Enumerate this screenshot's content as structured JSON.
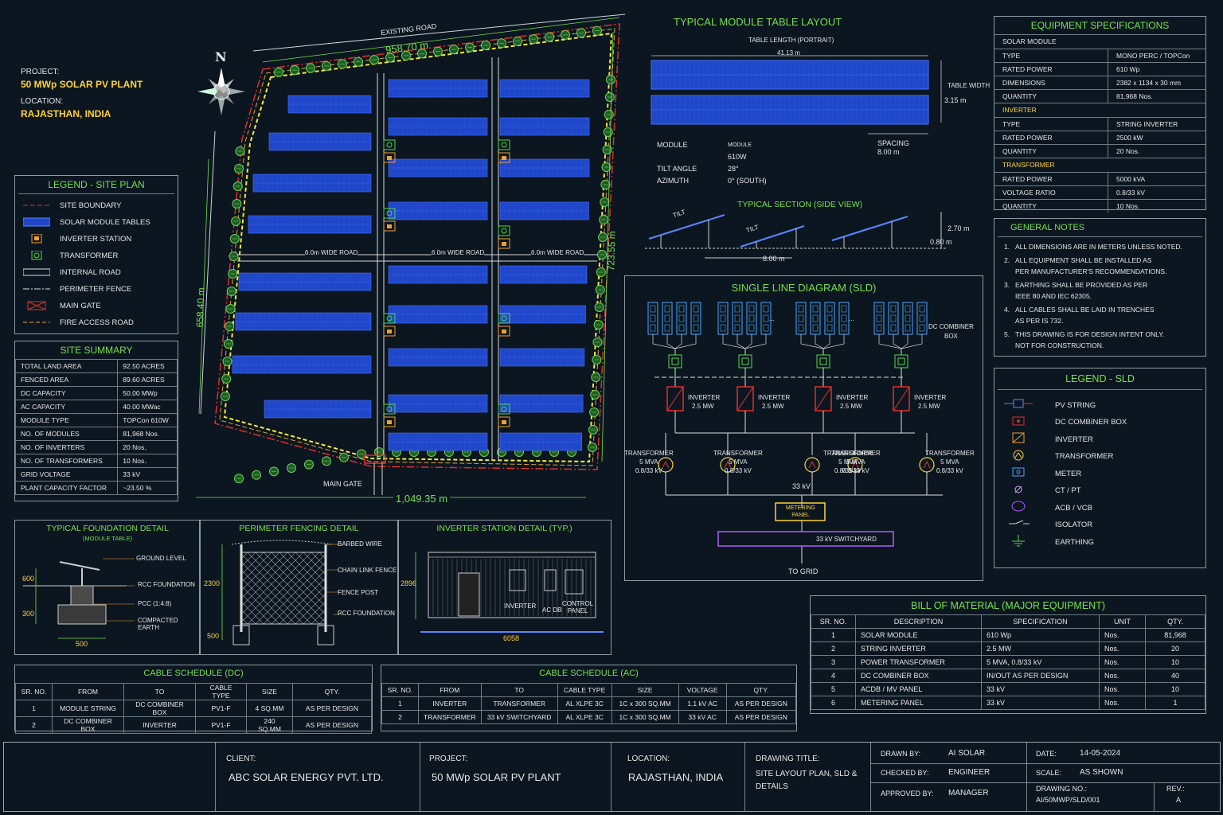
{
  "project": {
    "label": "PROJECT:",
    "value": "50 MWp SOLAR PV PLANT",
    "loc_label": "LOCATION:",
    "loc_value": "RAJASTHAN, INDIA"
  },
  "site": {
    "north": "N",
    "road": "EXISTING ROAD",
    "dim_top": "958.70 m",
    "dim_left": "658.40 m",
    "dim_right": "723.55 m",
    "dim_bottom": "1,049.35 m",
    "wide_road": "6.0m WIDE ROAD",
    "main_gate": "MAIN GATE"
  },
  "legend_site": {
    "title": "LEGEND - SITE PLAN",
    "items": [
      "SITE BOUNDARY",
      "SOLAR MODULE TABLES",
      "INVERTER STATION",
      "TRANSFORMER",
      "INTERNAL ROAD",
      "PERIMETER FENCE",
      "MAIN GATE",
      "FIRE ACCESS ROAD"
    ]
  },
  "site_summary": {
    "title": "SITE SUMMARY",
    "rows": [
      [
        "TOTAL LAND AREA",
        "92.50 ACRES"
      ],
      [
        "FENCED AREA",
        "89.60 ACRES"
      ],
      [
        "DC CAPACITY",
        "50.00 MWp"
      ],
      [
        "AC CAPACITY",
        "40.00 MWac"
      ],
      [
        "MODULE TYPE",
        "TOPCon 610W"
      ],
      [
        "NO. OF MODULES",
        "81,968 Nos."
      ],
      [
        "NO. OF INVERTERS",
        "20 Nos."
      ],
      [
        "NO. OF TRANSFORMERS",
        "10 Nos."
      ],
      [
        "GRID VOLTAGE",
        "33 kV"
      ],
      [
        "PLANT CAPACITY FACTOR",
        "~23.50 %"
      ]
    ]
  },
  "module_table": {
    "title": "TYPICAL MODULE TABLE LAYOUT",
    "length_label": "TABLE LENGTH (PORTRAIT)",
    "length": "41.13 m",
    "width_label": "TABLE WIDTH",
    "width": "3.15 m",
    "spacing_label": "SPACING",
    "spacing": "8.00 m",
    "params": [
      [
        "MODULE",
        "MODULE"
      ],
      [
        "",
        "610W"
      ],
      [
        "TILT ANGLE",
        "28°"
      ],
      [
        "AZIMUTH",
        "0° (SOUTH)"
      ]
    ]
  },
  "section": {
    "title": "TYPICAL SECTION (SIDE VIEW)",
    "tilt": "TILT",
    "height": "2.70 m",
    "clearance": "0.80 m",
    "pitch": "8.00 m"
  },
  "equipment": {
    "title": "EQUIPMENT SPECIFICATIONS",
    "groups": [
      {
        "name": "SOLAR MODULE",
        "rows": [
          [
            "TYPE",
            "MONO PERC / TOPCon"
          ],
          [
            "RATED POWER",
            "610 Wp"
          ],
          [
            "DIMENSIONS",
            "2382 x 1134 x 30 mm"
          ],
          [
            "QUANTITY",
            "81,968 Nos."
          ]
        ]
      },
      {
        "name": "INVERTER",
        "rows": [
          [
            "TYPE",
            "STRING INVERTER"
          ],
          [
            "RATED POWER",
            "2500 kW"
          ],
          [
            "QUANTITY",
            "20 Nos."
          ]
        ]
      },
      {
        "name": "TRANSFORMER",
        "rows": [
          [
            "RATED POWER",
            "5000 kVA"
          ],
          [
            "VOLTAGE RATIO",
            "0.8/33 kV"
          ],
          [
            "QUANTITY",
            "10 Nos."
          ]
        ]
      }
    ]
  },
  "notes": {
    "title": "GENERAL NOTES",
    "items": [
      [
        "1.",
        "ALL DIMENSIONS ARE IN METERS UNLESS NOTED."
      ],
      [
        "2.",
        "ALL EQUIPMENT SHALL BE INSTALLED AS",
        "PER MANUFACTURER'S RECOMMENDATIONS."
      ],
      [
        "3.",
        "EARTHING SHALL BE PROVIDED AS PER",
        "IEEE 80 AND IEC 62305."
      ],
      [
        "4.",
        "ALL CABLES SHALL BE LAID IN TRENCHES",
        "AS PER IS 732."
      ],
      [
        "5.",
        "THIS DRAWING IS FOR DESIGN INTENT ONLY.",
        "NOT FOR CONSTRUCTION."
      ]
    ]
  },
  "sld": {
    "title": "SINGLE LINE DIAGRAM (SLD)",
    "dc_combiner": [
      "DC COMBINER",
      "BOX"
    ],
    "inverter": [
      "INVERTER",
      "2.5 MW"
    ],
    "transformer": [
      "TRANSFORMER",
      "5 MVA",
      "0.8/33 kV"
    ],
    "bus": "33 kV",
    "metering": [
      "METERING",
      "PANEL"
    ],
    "switchyard": "33 kV SWITCHYARD",
    "grid": "TO GRID",
    "dots": "..."
  },
  "legend_sld": {
    "title": "LEGEND - SLD",
    "items": [
      "PV STRING",
      "DC COMBINER BOX",
      "INVERTER",
      "TRANSFORMER",
      "METER",
      "CT / PT",
      "ACB / VCB",
      "ISOLATOR",
      "EARTHING"
    ]
  },
  "foundation": {
    "title": "TYPICAL FOUNDATION DETAIL",
    "sub": "(MODULE TABLE)",
    "labels": [
      "GROUND LEVEL",
      "RCC FOUNDATION",
      "PCC (1:4:8)",
      "COMPACTED EARTH"
    ],
    "dims": [
      "600",
      "300",
      "500"
    ]
  },
  "fencing": {
    "title": "PERIMETER FENCING DETAIL",
    "labels": [
      "BARBED WIRE",
      "CHAIN LINK FENCE",
      "FENCE POST",
      "RCC FOUNDATION"
    ],
    "dims": [
      "2300",
      "500"
    ]
  },
  "inverter_station": {
    "title": "INVERTER STATION DETAIL (TYP.)",
    "labels": [
      "INVERTER",
      "AC DB",
      "CONTROL",
      "PANEL"
    ],
    "dims": [
      "2896",
      "6058"
    ]
  },
  "bom": {
    "title": "BILL OF MATERIAL (MAJOR EQUIPMENT)",
    "headers": [
      "SR. NO.",
      "DESCRIPTION",
      "SPECIFICATION",
      "UNIT",
      "QTY."
    ],
    "rows": [
      [
        "1",
        "SOLAR MODULE",
        "610 Wp",
        "Nos.",
        "81,968"
      ],
      [
        "2",
        "STRING INVERTER",
        "2.5 MW",
        "Nos.",
        "20"
      ],
      [
        "3",
        "POWER TRANSFORMER",
        "5 MVA, 0.8/33 kV",
        "Nos.",
        "10"
      ],
      [
        "4",
        "DC COMBINER BOX",
        "IN/OUT AS PER DESIGN",
        "Nos.",
        "40"
      ],
      [
        "5",
        "ACDB / MV PANEL",
        "33 kV",
        "Nos.",
        "10"
      ],
      [
        "6",
        "METERING PANEL",
        "33 kV",
        "Nos.",
        "1"
      ]
    ]
  },
  "cable_dc": {
    "title": "CABLE SCHEDULE (DC)",
    "headers": [
      "SR. NO.",
      "FROM",
      "TO",
      "CABLE TYPE",
      "SIZE",
      "QTY."
    ],
    "rows": [
      [
        "1",
        "MODULE STRING",
        "DC COMBINER BOX",
        "PV1-F",
        "4 SQ.MM",
        "AS PER DESIGN"
      ],
      [
        "2",
        "DC COMBINER BOX",
        "INVERTER",
        "PV1-F",
        "240 SQ.MM",
        "AS PER DESIGN"
      ]
    ]
  },
  "cable_ac": {
    "title": "CABLE SCHEDULE (AC)",
    "headers": [
      "SR. NO.",
      "FROM",
      "TO",
      "CABLE TYPE",
      "SIZE",
      "VOLTAGE",
      "QTY."
    ],
    "rows": [
      [
        "1",
        "INVERTER",
        "TRANSFORMER",
        "AL XLPE 3C",
        "1C x 300 SQ.MM",
        "1.1 kV AC",
        "AS PER DESIGN"
      ],
      [
        "2",
        "TRANSFORMER",
        "33 kV SWITCHYARD",
        "AL XLPE 3C",
        "1C x 300 SQ.MM",
        "33 kV AC",
        "AS PER DESIGN"
      ]
    ]
  },
  "title_block": {
    "client_label": "CLIENT:",
    "client": "ABC SOLAR ENERGY PVT. LTD.",
    "project_label": "PROJECT:",
    "project": "50 MWp SOLAR PV PLANT",
    "location_label": "LOCATION:",
    "location": "RAJASTHAN, INDIA",
    "drawing_title_label": "DRAWING TITLE:",
    "drawing_title_1": "SITE LAYOUT PLAN, SLD &",
    "drawing_title_2": "DETAILS",
    "drawn_by_label": "DRAWN BY:",
    "drawn_by": "AI SOLAR",
    "checked_by_label": "CHECKED BY:",
    "checked_by": "ENGINEER",
    "approved_by_label": "APPROVED BY:",
    "approved_by": "MANAGER",
    "date_label": "DATE:",
    "date": "14-05-2024",
    "scale_label": "SCALE:",
    "scale": "AS SHOWN",
    "drawing_no_label": "DRAWING NO.:",
    "drawing_no": "AI/50MWP/SLD/001",
    "rev_label": "REV.:",
    "rev": "A"
  },
  "colors": {
    "background": "#0b1620",
    "title_green": "#76e04b",
    "accent_yellow": "#ffd23a",
    "panel_blue": "#1f47c8",
    "boundary_red": "#e0302a"
  }
}
